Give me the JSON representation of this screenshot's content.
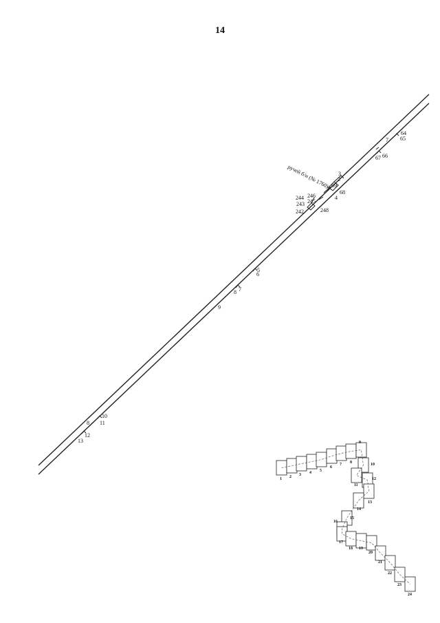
{
  "page_number": "14",
  "road": {
    "stream_label": "ручей б/н (№ 1760)",
    "labels": [
      "64",
      "65",
      "7",
      "66",
      "67",
      "3",
      "2",
      "1",
      "69",
      "68",
      "4",
      "244",
      "246",
      "245",
      "243",
      "242",
      "248",
      "5",
      "6",
      "8",
      "7",
      "9",
      "10",
      "8",
      "11",
      "12",
      "13"
    ]
  },
  "sheet_index": {
    "sheets": [
      "1",
      "2",
      "3",
      "4",
      "5",
      "6",
      "7",
      "8",
      "9",
      "10",
      "11",
      "12",
      "13",
      "14",
      "15",
      "16",
      "17",
      "18",
      "19",
      "20",
      "21",
      "22",
      "23",
      "24"
    ]
  }
}
